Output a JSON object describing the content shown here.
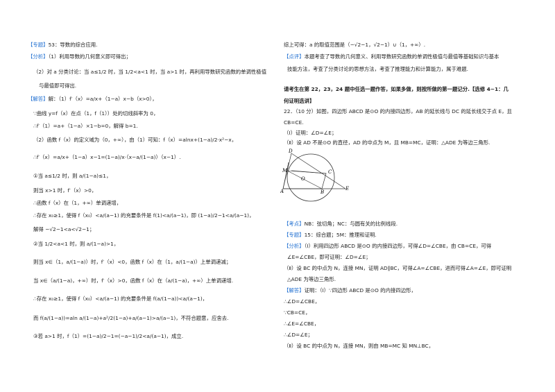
{
  "left": {
    "l1": {
      "tag": "【专题】",
      "text": "53：导数的综合应用."
    },
    "l2": {
      "tag": "【分析】",
      "text": "（1）利用导数的几何意义即可得出；"
    },
    "l3": "（2）对 a 分类讨论：当 a≤1/2 时，当 1/2<a<1 时，当 a>1 时，再利用导数研究函数的单调性极值",
    "l4": "与最值即可得出.",
    "l5": {
      "tag": "【解答】",
      "text": "解：（1）f′（x）=a/x+（1−a）x−b（x>0），"
    },
    "l6": "∵曲线 y=f（x）在点（1，f（1））处的切线斜率为 0，",
    "l7": "∴f′（1）=a+（1−a）×1−b=0，解得 b=1.",
    "l8": "（2）函数 f（x）的定义域为（0，+∞），由（1）可知：f（x）=alnx+(1−a)/2·x²−x，",
    "l9": "∴f′（x）=a/x+（1−a）x−1=(1−a)/x·（x−a/(1−a)）（x−1）.",
    "l10": "①当 a≤1/2 时，则 a/(1−a)≤1，",
    "l11": "则当 x>1 时，f′（x）>0，",
    "l12": "∴函数 f（x）在（1，+∞）单调递增，",
    "l13": "∴存在 x₀≥1，使得 f（x₀）<a/(a−1) 的充要条件是 f(1)<a/(a−1)，即 (1−a)/2−1<a/(a−1)，",
    "l14": "解得 −√2−1<a<√2−1；",
    "l15": "②当 1/2<a<1 时，则 a/(1−a)>1，",
    "l16": "则当 x∈（1，a/(1−a)）时，f′（x）<0，函数 f（x）在（1，a/(1−a)）上单调递减；",
    "l17": "当 x∈（a/(1−a)，+∞）时，f′（x）>0，函数 f（x）在（a/(1−a)，+∞）上单调递增.",
    "l18": "∴存在 x₀≥1，使得 f（x₀）<a/(a−1) 的充要条件是 f(a/(1−a))<a/(a−1)，",
    "l19": "而 f(a/(1−a))=aln a/(1−a)+a²/2(1−a)+a/(a−1)>a/(a−1)，不符合题意，应舍去.",
    "l20": "③若 a>1 时，f（1）=(1−a)/2−1=(−a−1)/2<a/(a−1)，成立."
  },
  "right": {
    "r1": "综上可得：a 的取值范围是（−√2−1，√2−1）∪（1，+∞）.",
    "r2": {
      "tag": "【点评】",
      "text": "本题考查了导数的几何意义、利用导数研究函数的单调性极值与最值等基础知识与基本"
    },
    "r3": "技能方法，考查了分类讨论的思想方法，考查了推理能力和计算能力，属于难题.",
    "r4": "请考生在第 22，23，24 题中任选一题作答，如果多做，则按所做的第一题记分.【选修 4−1：几",
    "r5": "何证明选讲】",
    "r6": "22．（10 分）如图，四边形 ABCD 是⊙O 的内接四边形，AB 的延长线与 DC 的延长线交于点 E，且",
    "r7": "CB=CE.",
    "r8": "（Ⅰ）证明：∠D=∠E；",
    "r9": "（Ⅱ）设 AD 不是⊙O 的直径，AD 的中点为 M，且 MB=MC，证明：△ADE 为等边三角形.",
    "fig": {
      "D": "D",
      "C": "C",
      "M": "M",
      "O": "O",
      "A": "A",
      "B": "B",
      "E": "E"
    },
    "r10": {
      "tag": "【考点】",
      "text": "NB：弦切角；NC：与圆有关的比例线段."
    },
    "r11": {
      "tag": "【专题】",
      "text": "15：综合题；5M：推理和证明."
    },
    "r12": {
      "tag": "【分析】",
      "text": "（Ⅰ）利用四边形 ABCD 是⊙O 的内接四边形，可得∠D=∠CBE，由 CB=CE，可得"
    },
    "r13": "∠E=∠CBE，即可证明：∠D=∠E；",
    "r14": "（Ⅱ）设 BC 的中点为 N，连接 MN，证明 AD∥BC，可得∠A=∠CBE，进而可得∠A=∠E，即可证明",
    "r15": "△ADE 为等边三角形.",
    "r16": {
      "tag": "【解答】",
      "text": "证明：（Ⅰ）∵四边形 ABCD 是⊙O 的内接四边形，"
    },
    "r17": "∴∠D=∠CBE，",
    "r18": "∵CB=CE，",
    "r19": "∴∠E=∠CBE，",
    "r20": "∴∠D=∠E；",
    "r21": "（Ⅱ）设 BC 的中点为 N，连接 MN，则由 MB=MC 知 MN⊥BC，"
  }
}
